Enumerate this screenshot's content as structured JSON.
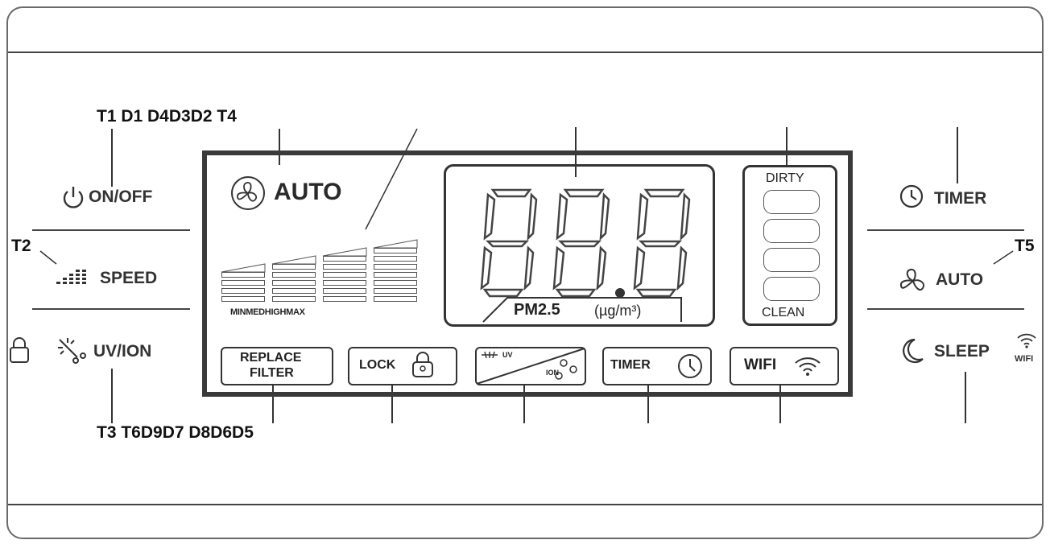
{
  "refs": {
    "top": "T1 D1 D4D3D2 T4",
    "bottom": "T3 T6D9D7 D8D6D5",
    "t2": "T2",
    "t5": "T5"
  },
  "left_buttons": {
    "onoff": "ON/OFF",
    "speed": "SPEED",
    "uvion": "UV/ION"
  },
  "right_buttons": {
    "timer": "TIMER",
    "auto": "AUTO",
    "sleep": "SLEEP",
    "wifi_small": "WIFI"
  },
  "display": {
    "mode": "AUTO",
    "speed_levels": "MINMEDHIGHMAX",
    "pm_unit": "PM2.5",
    "pm_units_paren": "(µg/m³)",
    "digits": "88.8",
    "dirty": "DIRTY",
    "clean": "CLEAN",
    "replace_filter_1": "REPLACE",
    "replace_filter_2": "FILTER",
    "lock": "LOCK",
    "uv": "UV",
    "ion": "ION",
    "timer": "TIMER",
    "wifi": "WIFI"
  },
  "icons": [
    "power-icon",
    "speed-bars-icon",
    "uv-ion-icon",
    "lock-icon",
    "clock-icon",
    "fan-icon",
    "moon-icon",
    "wifi-icon"
  ]
}
